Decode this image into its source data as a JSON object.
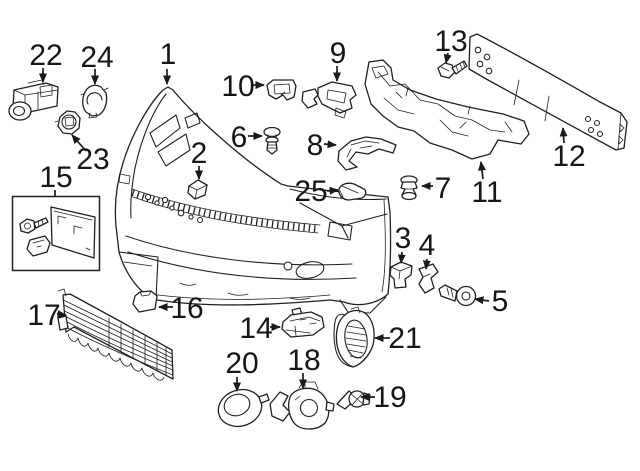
{
  "diagram": {
    "background_color": "#ffffff",
    "line_color": "#231f20",
    "label_color": "#161616",
    "callouts": [
      {
        "number": "1"
      },
      {
        "number": "2"
      },
      {
        "number": "3"
      },
      {
        "number": "4"
      },
      {
        "number": "5"
      },
      {
        "number": "6"
      },
      {
        "number": "7"
      },
      {
        "number": "8"
      },
      {
        "number": "9"
      },
      {
        "number": "10"
      },
      {
        "number": "11"
      },
      {
        "number": "12"
      },
      {
        "number": "13"
      },
      {
        "number": "14"
      },
      {
        "number": "15"
      },
      {
        "number": "16"
      },
      {
        "number": "17"
      },
      {
        "number": "18"
      },
      {
        "number": "19"
      },
      {
        "number": "20"
      },
      {
        "number": "21"
      },
      {
        "number": "22"
      },
      {
        "number": "23"
      },
      {
        "number": "24"
      },
      {
        "number": "25"
      }
    ]
  }
}
